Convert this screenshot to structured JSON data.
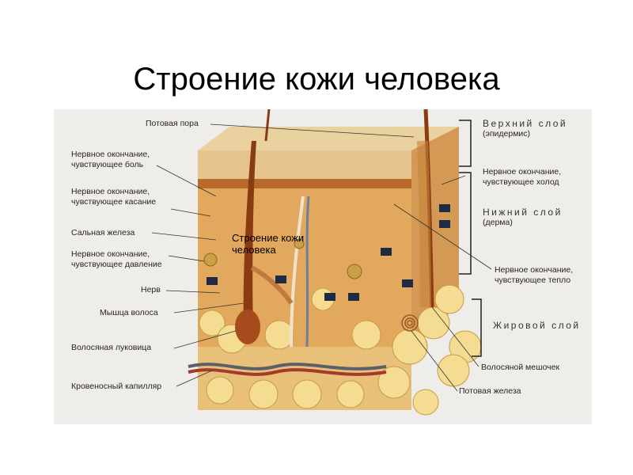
{
  "slide": {
    "title": "Строение кожи человека",
    "overlay_text_line1": "Строение кожи",
    "overlay_text_line2": "человека"
  },
  "diagram": {
    "left_labels": [
      {
        "line1": "Потовая пора",
        "line2": ""
      },
      {
        "line1": "Нервное окончание,",
        "line2": "чувствующее боль"
      },
      {
        "line1": "Нервное окончание,",
        "line2": "чувствующее касание"
      },
      {
        "line1": "Сальная железа",
        "line2": ""
      },
      {
        "line1": "Нервное окончание,",
        "line2": "чувствующее давление"
      },
      {
        "line1": "Нерв",
        "line2": ""
      },
      {
        "line1": "Мышца волоса",
        "line2": ""
      },
      {
        "line1": "Волосяная луковица",
        "line2": ""
      },
      {
        "line1": "Кровеносный капилляр",
        "line2": ""
      }
    ],
    "right_labels": [
      {
        "line1": "Верхний слой",
        "line2": "(эпидермис)"
      },
      {
        "line1": "Нервное окончание,",
        "line2": "чувствующее холод"
      },
      {
        "line1": "Нижний слой",
        "line2": "(дерма)"
      },
      {
        "line1": "Нервное окончание,",
        "line2": "чувствующее тепло"
      },
      {
        "line1": "Жировой слой",
        "line2": ""
      },
      {
        "line1": "Волосяной мешочек",
        "line2": ""
      },
      {
        "line1": "Потовая железа",
        "line2": ""
      }
    ],
    "colors": {
      "epidermis": "#e6c48e",
      "dermis": "#e2a95e",
      "fat": "#f3d98a",
      "line": "#333333"
    }
  }
}
